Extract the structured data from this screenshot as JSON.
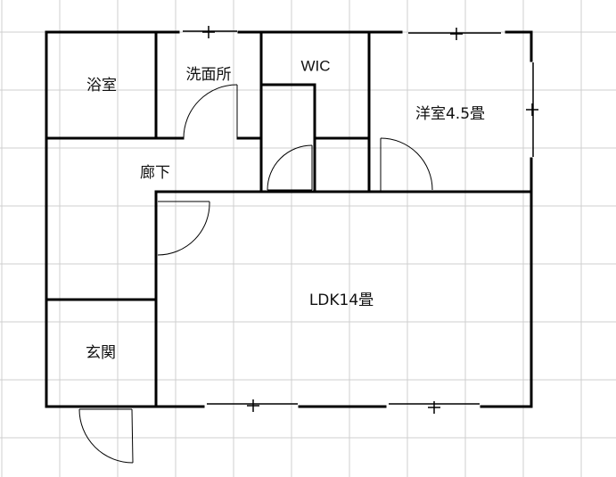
{
  "floor_plan": {
    "rooms": {
      "bath": "浴室",
      "washroom": "洗面所",
      "wic": "WIC",
      "western_room": "洋室4.5畳",
      "hallway": "廊下",
      "ldk": "LDK14畳",
      "entrance": "玄関"
    }
  }
}
